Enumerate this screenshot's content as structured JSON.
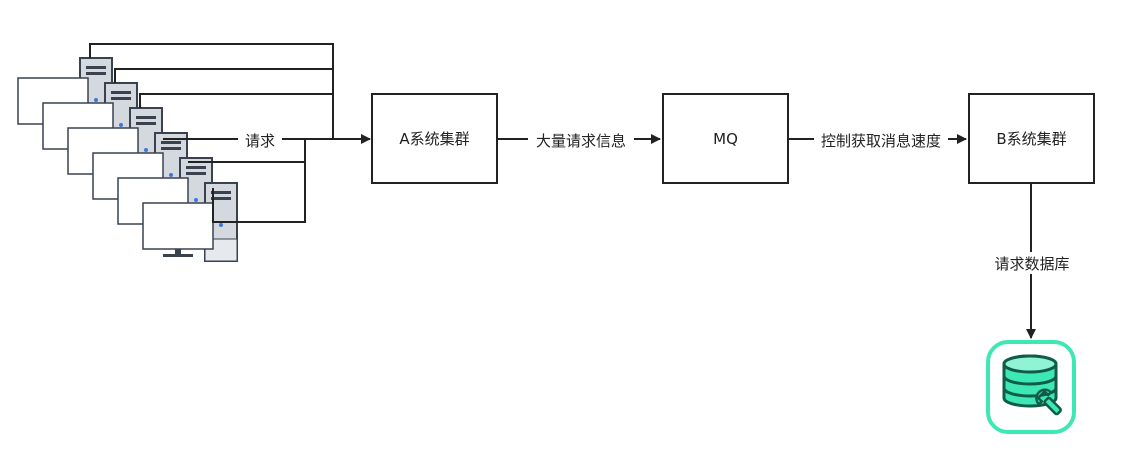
{
  "nodes": {
    "a_cluster": "A系统集群",
    "mq": "MQ",
    "b_cluster": "B系统集群"
  },
  "edges": {
    "request": "请求",
    "bulk_requests": "大量请求信息",
    "control_speed": "控制获取消息速度",
    "query_db": "请求数据库"
  },
  "icons": {
    "client_machines": "desktop-computer-icon",
    "database": "database-wrench-icon"
  },
  "colors": {
    "stroke": "#222222",
    "db_accent": "#3ee8b4",
    "server_fill": "#d4d9e0",
    "led": "#3f78d8"
  }
}
